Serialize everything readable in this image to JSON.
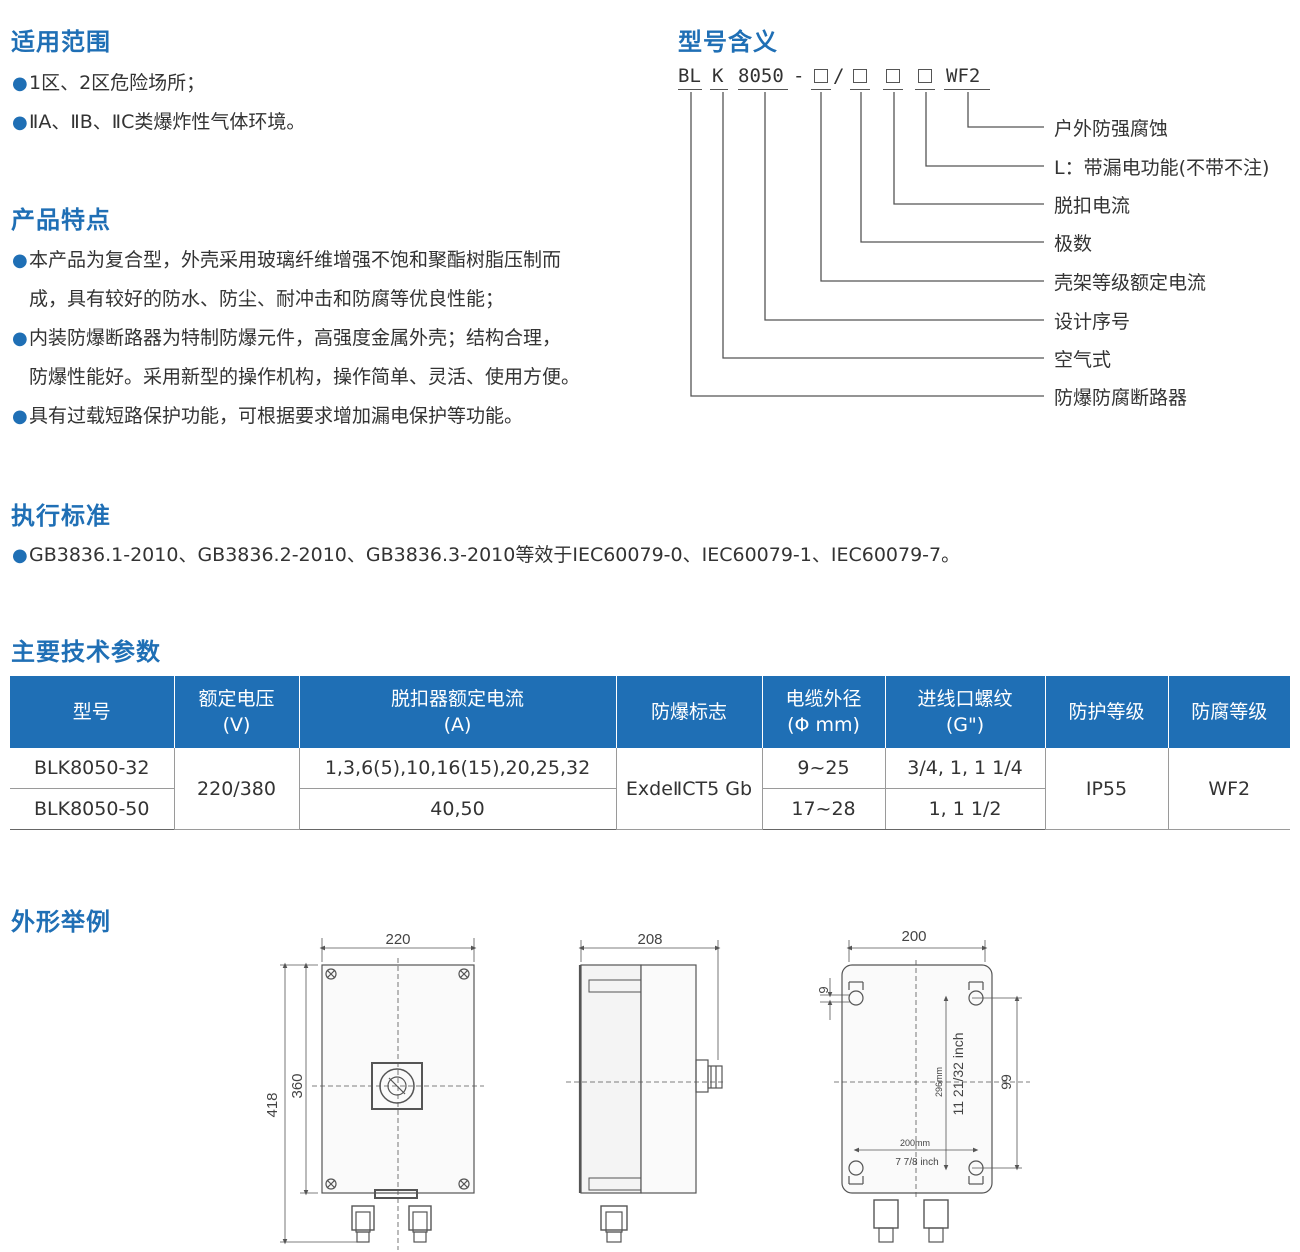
{
  "scope": {
    "title": "适用范围",
    "items": [
      "1区、2区危险场所；",
      "ⅡA、ⅡB、ⅡC类爆炸性气体环境。"
    ]
  },
  "features": {
    "title": "产品特点",
    "items": [
      {
        "line1": "本产品为复合型，外壳采用玻璃纤维增强不饱和聚酯树脂压制而",
        "line2": "成，具有较好的防水、防尘、耐冲击和防腐等优良性能；"
      },
      {
        "line1": "内装防爆断路器为特制防爆元件，高强度金属外壳；结构合理，",
        "line2": "防爆性能好。采用新型的操作机构，操作简单、灵活、使用方便。"
      },
      {
        "line1": "具有过载短路保护功能，可根据要求增加漏电保护等功能。",
        "line2": ""
      }
    ]
  },
  "model_meaning": {
    "title": "型号含义",
    "code": {
      "p1": "BL",
      "p2": "K",
      "p3": "8050",
      "dash": "-",
      "slash": "/",
      "suffix": "WF2"
    },
    "labels": [
      "户外防强腐蚀",
      "L：带漏电功能(不带不注)",
      "脱扣电流",
      "极数",
      "壳架等级额定电流",
      "设计序号",
      "空气式",
      "防爆防腐断路器"
    ]
  },
  "standards": {
    "title": "执行标准",
    "items": [
      "GB3836.1-2010、GB3836.2-2010、GB3836.3-2010等效于IEC60079-0、IEC60079-1、IEC60079-7。"
    ]
  },
  "tech_params": {
    "title": "主要技术参数",
    "headers": [
      {
        "line1": "型号",
        "line2": ""
      },
      {
        "line1": "额定电压",
        "line2": "(V)"
      },
      {
        "line1": "脱扣器额定电流",
        "line2": "(A)"
      },
      {
        "line1": "防爆标志",
        "line2": ""
      },
      {
        "line1": "电缆外径",
        "line2": "(Φ mm)"
      },
      {
        "line1": "进线口螺纹",
        "line2": "(G\")"
      },
      {
        "line1": "防护等级",
        "line2": ""
      },
      {
        "line1": "防腐等级",
        "line2": ""
      }
    ],
    "rows": [
      {
        "model": "BLK8050-32",
        "current": "1,3,6(5),10,16(15),20,25,32",
        "cable": "9~25",
        "thread": "3/4, 1, 1 1/4"
      },
      {
        "model": "BLK8050-50",
        "current": "40,50",
        "cable": "17~28",
        "thread": "1, 1 1/2"
      }
    ],
    "voltage": "220/380",
    "ex_mark": "ExdeⅡCT5 Gb",
    "protection": "IP55",
    "anticorrosion": "WF2"
  },
  "outline": {
    "title": "外形举例",
    "front": {
      "width": "220",
      "height_inner": "360",
      "height_outer": "418"
    },
    "side": {
      "depth": "208"
    },
    "back": {
      "width": "200",
      "offset": "9",
      "mount_h_mm": "296mm",
      "mount_h_inch": "11 21/32 inch",
      "mount_h2": "99",
      "mount_w_mm": "200mm",
      "mount_w_inch": "7 7/8 inch"
    }
  },
  "colors": {
    "accent": "#1f6fb5",
    "text": "#333333"
  }
}
